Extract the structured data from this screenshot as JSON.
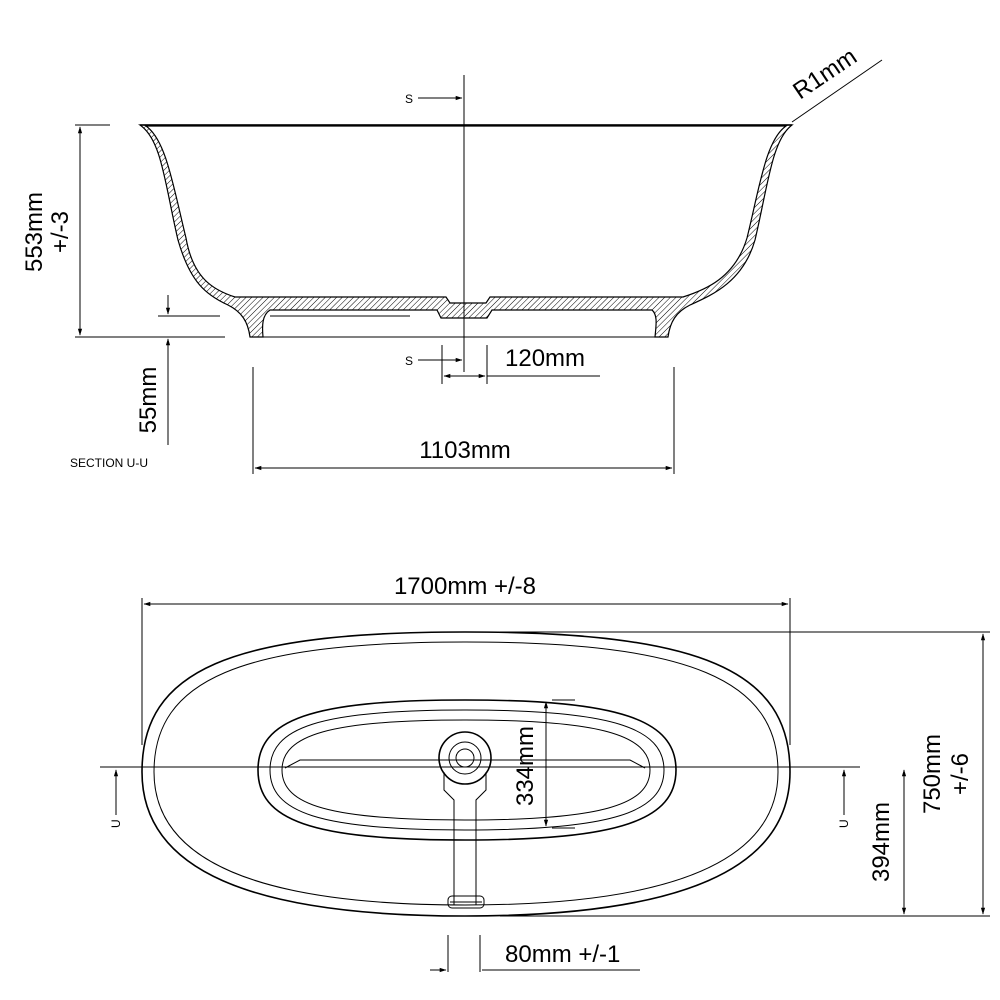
{
  "section_view": {
    "rim_radius_label": "R1mm",
    "height_label_value": "553mm",
    "height_label_tolerance": "+/-3",
    "foot_height_label": "55mm",
    "waste_offset_label": "120mm",
    "base_width_label": "1103mm",
    "section_marker_top": "S",
    "section_marker_bottom": "S",
    "caption": "SECTION U-U"
  },
  "plan_view": {
    "length_label": "1700mm +/-8",
    "width_label_value": "750mm",
    "width_label_tolerance": "+/-6",
    "basin_width_label": "334mm",
    "centre_offset_label": "394mm",
    "overflow_width_label": "80mm +/-1",
    "section_marker_left": "U",
    "section_marker_right": "U"
  },
  "colors": {
    "line": "#000000",
    "background": "#ffffff"
  }
}
